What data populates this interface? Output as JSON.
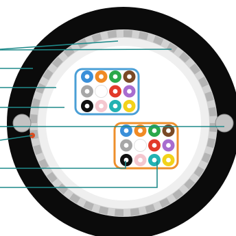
{
  "diagram": {
    "type": "fiber-optic-cable-cross-section",
    "colors": {
      "background": "#ffffff",
      "outer_jacket": "#0b0b0b",
      "armor_ring": "#d2d2d2",
      "armor_segments": "#9a9a9a",
      "inner_sheath": "#efefef",
      "core": "#ffffff",
      "leader_line": "#1f8a8a",
      "strength_member": "#c3c3c3",
      "ripcord": "#d94a1e",
      "tube_a_border": "#4a9fd6",
      "tube_b_border": "#ee8f2b"
    },
    "tube_a": {
      "name": "loose-tube-blue",
      "fibers": [
        "#3a8fd9",
        "#f08a24",
        "#2aa84a",
        "#7a4a26",
        "#a7a7a7",
        "#ffffff",
        "#e23a2a",
        "#a86ccf",
        "#111111",
        "#f4c7cf",
        "#22b2b2",
        "#f2d21a"
      ]
    },
    "tube_b": {
      "name": "loose-tube-orange",
      "fibers": [
        "#3a8fd9",
        "#f08a24",
        "#2aa84a",
        "#7a4a26",
        "#a7a7a7",
        "#ffffff",
        "#e23a2a",
        "#a86ccf",
        "#111111",
        "#f4c7cf",
        "#22b2b2",
        "#f2d21a"
      ]
    },
    "leaders": [
      {
        "name": "leader-armor-inner"
      },
      {
        "name": "leader-armor-outer"
      },
      {
        "name": "leader-outer-jacket"
      },
      {
        "name": "leader-inner-sheath"
      },
      {
        "name": "leader-core"
      },
      {
        "name": "leader-strength-member"
      },
      {
        "name": "leader-ripcord"
      },
      {
        "name": "leader-tube-b-fiber"
      },
      {
        "name": "leader-tube-b-fiber-22b2b2"
      }
    ]
  }
}
